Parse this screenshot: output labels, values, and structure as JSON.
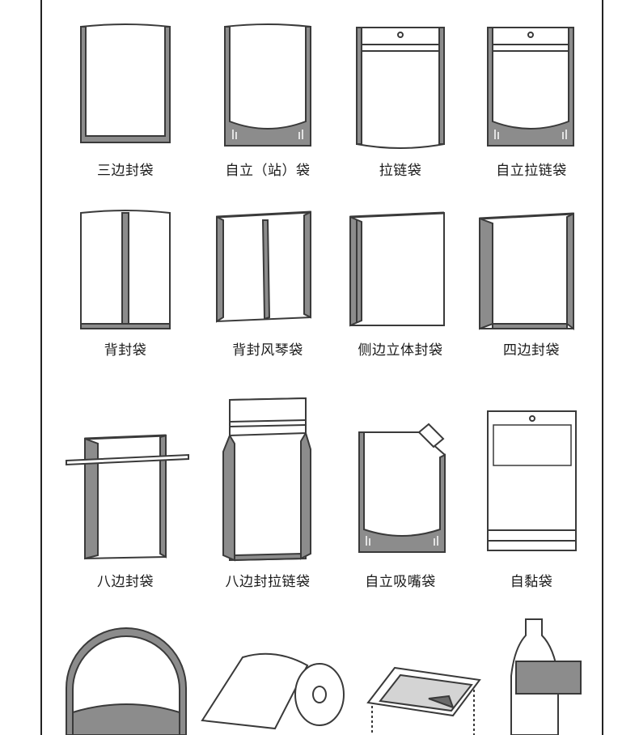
{
  "bag_types": [
    {
      "label": "三边封袋",
      "icon": "three-side-seal-bag"
    },
    {
      "label": "自立（站）袋",
      "icon": "stand-up-pouch"
    },
    {
      "label": "拉链袋",
      "icon": "zipper-bag"
    },
    {
      "label": "自立拉链袋",
      "icon": "stand-up-zipper-pouch"
    },
    {
      "label": "背封袋",
      "icon": "back-seal-bag"
    },
    {
      "label": "背封风琴袋",
      "icon": "back-seal-gusset-bag"
    },
    {
      "label": "侧边立体封袋",
      "icon": "side-gusset-bag"
    },
    {
      "label": "四边封袋",
      "icon": "four-side-seal-bag"
    },
    {
      "label": "八边封袋",
      "icon": "eight-side-seal-bag"
    },
    {
      "label": "八边封拉链袋",
      "icon": "eight-side-seal-zipper-bag"
    },
    {
      "label": "自立吸嘴袋",
      "icon": "spout-pouch"
    },
    {
      "label": "自黏袋",
      "icon": "self-adhesive-bag"
    }
  ],
  "partial_row_icons": [
    "round-stand-up-pouch-icon",
    "film-roll-icon",
    "tray-lid-film-icon",
    "bottle-shrink-sleeve-icon"
  ],
  "colors": {
    "outline": "#3a3a3a",
    "seal_gray": "#8c8c8c",
    "fill": "#ffffff"
  }
}
